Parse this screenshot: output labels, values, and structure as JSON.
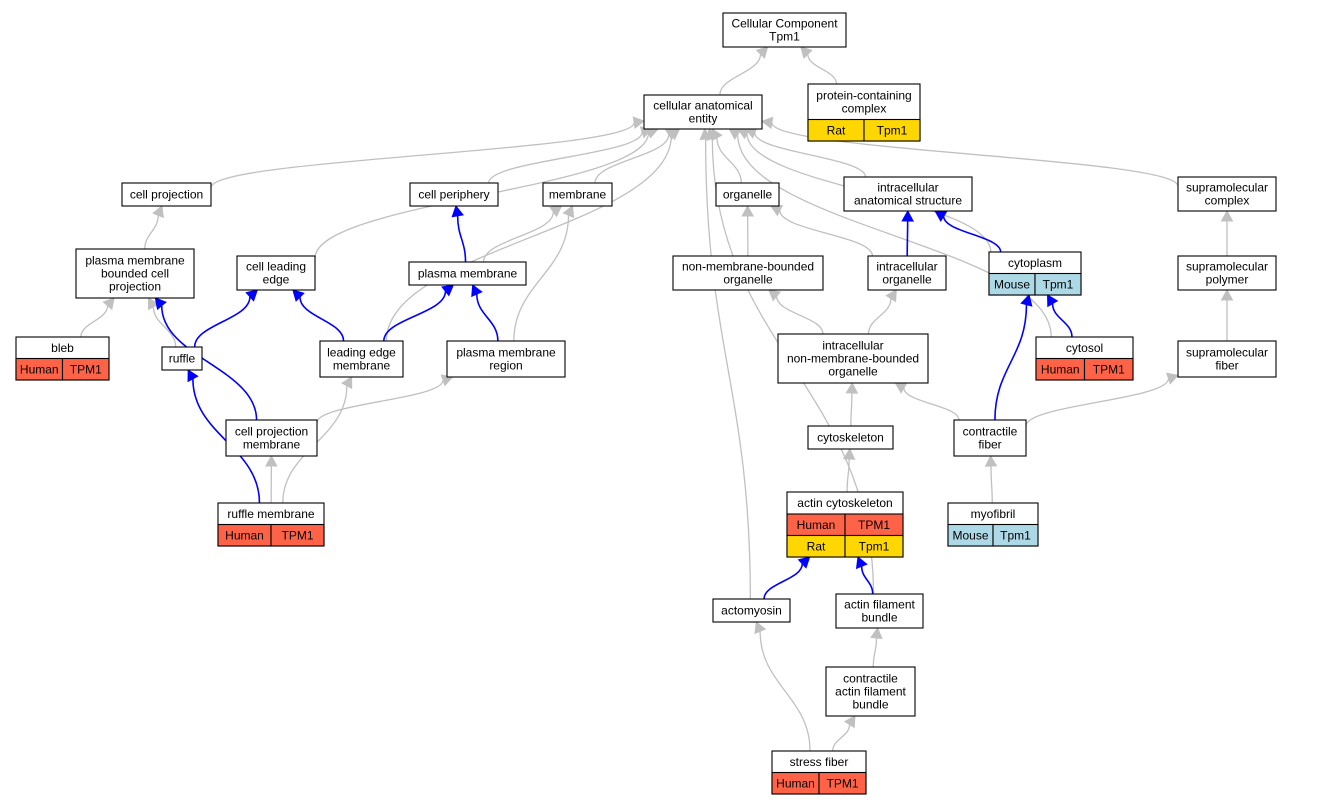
{
  "colors": {
    "human": "#ff6347",
    "rat": "#ffd700",
    "mouse": "#add8e6",
    "edge_default": "#c0c0c0",
    "edge_highlight": "#0000ff"
  },
  "nodes": {
    "root": {
      "lines": [
        "Cellular Component",
        "Tpm1"
      ]
    },
    "cellular_anatomical_entity": {
      "lines": [
        "cellular anatomical",
        "entity"
      ]
    },
    "protein_containing_complex": {
      "lines": [
        "protein-containing",
        "complex"
      ],
      "annotations": [
        [
          "Rat",
          "Tpm1"
        ]
      ]
    },
    "cell_projection": {
      "lines": [
        "cell projection"
      ]
    },
    "cell_periphery": {
      "lines": [
        "cell periphery"
      ]
    },
    "membrane": {
      "lines": [
        "membrane"
      ]
    },
    "organelle": {
      "lines": [
        "organelle"
      ]
    },
    "intracellular_anatomical_structure": {
      "lines": [
        "intracellular",
        "anatomical structure"
      ]
    },
    "supramolecular_complex": {
      "lines": [
        "supramolecular",
        "complex"
      ]
    },
    "plasma_membrane_bounded_cell_projection": {
      "lines": [
        "plasma membrane",
        "bounded cell",
        "projection"
      ]
    },
    "cell_leading_edge": {
      "lines": [
        "cell leading",
        "edge"
      ]
    },
    "plasma_membrane": {
      "lines": [
        "plasma membrane"
      ]
    },
    "non_membrane_bounded_organelle": {
      "lines": [
        "non-membrane-bounded",
        "organelle"
      ]
    },
    "intracellular_organelle": {
      "lines": [
        "intracellular",
        "organelle"
      ]
    },
    "cytoplasm": {
      "lines": [
        "cytoplasm"
      ],
      "annotations": [
        [
          "Mouse",
          "Tpm1"
        ]
      ]
    },
    "supramolecular_polymer": {
      "lines": [
        "supramolecular",
        "polymer"
      ]
    },
    "bleb": {
      "lines": [
        "bleb"
      ],
      "annotations": [
        [
          "Human",
          "TPM1"
        ]
      ]
    },
    "ruffle": {
      "lines": [
        "ruffle"
      ]
    },
    "leading_edge_membrane": {
      "lines": [
        "leading edge",
        "membrane"
      ]
    },
    "plasma_membrane_region": {
      "lines": [
        "plasma membrane",
        "region"
      ]
    },
    "intracellular_nmb_organelle": {
      "lines": [
        "intracellular",
        "non-membrane-bounded",
        "organelle"
      ]
    },
    "cytosol": {
      "lines": [
        "cytosol"
      ],
      "annotations": [
        [
          "Human",
          "TPM1"
        ]
      ]
    },
    "supramolecular_fiber": {
      "lines": [
        "supramolecular",
        "fiber"
      ]
    },
    "cell_projection_membrane": {
      "lines": [
        "cell projection",
        "membrane"
      ]
    },
    "cytoskeleton": {
      "lines": [
        "cytoskeleton"
      ]
    },
    "contractile_fiber": {
      "lines": [
        "contractile",
        "fiber"
      ]
    },
    "ruffle_membrane": {
      "lines": [
        "ruffle membrane"
      ],
      "annotations": [
        [
          "Human",
          "TPM1"
        ]
      ]
    },
    "actin_cytoskeleton": {
      "lines": [
        "actin cytoskeleton"
      ],
      "annotations": [
        [
          "Human",
          "TPM1"
        ],
        [
          "Rat",
          "Tpm1"
        ]
      ]
    },
    "myofibril": {
      "lines": [
        "myofibril"
      ],
      "annotations": [
        [
          "Mouse",
          "Tpm1"
        ]
      ]
    },
    "actomyosin": {
      "lines": [
        "actomyosin"
      ]
    },
    "actin_filament_bundle": {
      "lines": [
        "actin filament",
        "bundle"
      ]
    },
    "contractile_actin_filament_bundle": {
      "lines": [
        "contractile",
        "actin filament",
        "bundle"
      ]
    },
    "stress_fiber": {
      "lines": [
        "stress fiber"
      ],
      "annotations": [
        [
          "Human",
          "TPM1"
        ]
      ]
    }
  },
  "edges": [
    {
      "from": "cellular_anatomical_entity",
      "to": "root",
      "style": "gray"
    },
    {
      "from": "protein_containing_complex",
      "to": "root",
      "style": "gray"
    },
    {
      "from": "cell_projection",
      "to": "cellular_anatomical_entity",
      "style": "gray"
    },
    {
      "from": "cell_periphery",
      "to": "cellular_anatomical_entity",
      "style": "gray"
    },
    {
      "from": "membrane",
      "to": "cellular_anatomical_entity",
      "style": "gray"
    },
    {
      "from": "organelle",
      "to": "cellular_anatomical_entity",
      "style": "gray"
    },
    {
      "from": "intracellular_anatomical_structure",
      "to": "cellular_anatomical_entity",
      "style": "gray"
    },
    {
      "from": "supramolecular_complex",
      "to": "cellular_anatomical_entity",
      "style": "gray"
    },
    {
      "from": "cell_leading_edge",
      "to": "cellular_anatomical_entity",
      "style": "gray"
    },
    {
      "from": "leading_edge_membrane",
      "to": "cellular_anatomical_entity",
      "style": "gray"
    },
    {
      "from": "cytoplasm",
      "to": "cellular_anatomical_entity",
      "style": "gray"
    },
    {
      "from": "cytosol",
      "to": "cellular_anatomical_entity",
      "style": "gray"
    },
    {
      "from": "actomyosin",
      "to": "cellular_anatomical_entity",
      "style": "gray"
    },
    {
      "from": "actin_filament_bundle",
      "to": "cellular_anatomical_entity",
      "style": "gray"
    },
    {
      "from": "plasma_membrane_bounded_cell_projection",
      "to": "cell_projection",
      "style": "gray"
    },
    {
      "from": "plasma_membrane",
      "to": "cell_periphery",
      "style": "blue"
    },
    {
      "from": "plasma_membrane",
      "to": "membrane",
      "style": "gray"
    },
    {
      "from": "plasma_membrane_region",
      "to": "membrane",
      "style": "gray"
    },
    {
      "from": "non_membrane_bounded_organelle",
      "to": "organelle",
      "style": "gray"
    },
    {
      "from": "intracellular_organelle",
      "to": "organelle",
      "style": "gray"
    },
    {
      "from": "intracellular_organelle",
      "to": "intracellular_anatomical_structure",
      "style": "blue"
    },
    {
      "from": "cytoplasm",
      "to": "intracellular_anatomical_structure",
      "style": "blue"
    },
    {
      "from": "supramolecular_polymer",
      "to": "supramolecular_complex",
      "style": "gray"
    },
    {
      "from": "bleb",
      "to": "plasma_membrane_bounded_cell_projection",
      "style": "gray"
    },
    {
      "from": "ruffle",
      "to": "plasma_membrane_bounded_cell_projection",
      "style": "gray"
    },
    {
      "from": "ruffle",
      "to": "cell_leading_edge",
      "style": "blue"
    },
    {
      "from": "cell_projection_membrane",
      "to": "plasma_membrane_bounded_cell_projection",
      "style": "blue"
    },
    {
      "from": "leading_edge_membrane",
      "to": "cell_leading_edge",
      "style": "blue"
    },
    {
      "from": "leading_edge_membrane",
      "to": "plasma_membrane",
      "style": "blue"
    },
    {
      "from": "plasma_membrane_region",
      "to": "plasma_membrane",
      "style": "blue"
    },
    {
      "from": "intracellular_nmb_organelle",
      "to": "non_membrane_bounded_organelle",
      "style": "gray"
    },
    {
      "from": "intracellular_nmb_organelle",
      "to": "intracellular_organelle",
      "style": "gray"
    },
    {
      "from": "cytosol",
      "to": "cytoplasm",
      "style": "blue"
    },
    {
      "from": "contractile_fiber",
      "to": "cytoplasm",
      "style": "blue"
    },
    {
      "from": "supramolecular_fiber",
      "to": "supramolecular_polymer",
      "style": "gray"
    },
    {
      "from": "cell_projection_membrane",
      "to": "plasma_membrane_region",
      "style": "gray"
    },
    {
      "from": "cytoskeleton",
      "to": "intracellular_nmb_organelle",
      "style": "gray"
    },
    {
      "from": "contractile_fiber",
      "to": "intracellular_nmb_organelle",
      "style": "gray"
    },
    {
      "from": "contractile_fiber",
      "to": "supramolecular_fiber",
      "style": "gray"
    },
    {
      "from": "ruffle_membrane",
      "to": "ruffle",
      "style": "blue"
    },
    {
      "from": "ruffle_membrane",
      "to": "cell_projection_membrane",
      "style": "gray"
    },
    {
      "from": "ruffle_membrane",
      "to": "leading_edge_membrane",
      "style": "gray"
    },
    {
      "from": "actin_cytoskeleton",
      "to": "cytoskeleton",
      "style": "gray"
    },
    {
      "from": "myofibril",
      "to": "contractile_fiber",
      "style": "gray"
    },
    {
      "from": "actomyosin",
      "to": "actin_cytoskeleton",
      "style": "blue"
    },
    {
      "from": "actin_filament_bundle",
      "to": "actin_cytoskeleton",
      "style": "blue"
    },
    {
      "from": "contractile_actin_filament_bundle",
      "to": "actin_filament_bundle",
      "style": "gray"
    },
    {
      "from": "stress_fiber",
      "to": "actomyosin",
      "style": "gray"
    },
    {
      "from": "stress_fiber",
      "to": "contractile_actin_filament_bundle",
      "style": "gray"
    }
  ]
}
